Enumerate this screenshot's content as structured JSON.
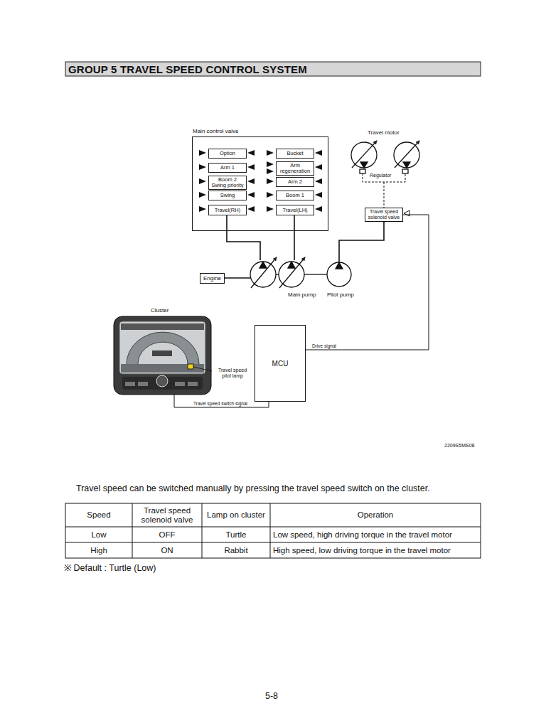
{
  "diagram": {
    "title": "GROUP 5 TRAVEL SPEED CONTROL SYSTEM",
    "nodes": [
      {
        "text": [
          "Main control valve"
        ]
      },
      {
        "text": [
          "Option"
        ],
        "in": 0
      },
      {
        "text": [
          "Bucket"
        ],
        "in": 0
      },
      {
        "text": [
          "Arm 1"
        ],
        "in": 0
      },
      {
        "text": [
          "Arm regeneration"
        ],
        "in": 0
      },
      {
        "text": [
          "Boom 2 Swing priority"
        ],
        "in": 0
      },
      {
        "text": [
          "Arm 2"
        ],
        "in": 0
      },
      {
        "text": [
          "Swing"
        ],
        "in": 0
      },
      {
        "text": [
          "Boom 1"
        ],
        "in": 0
      },
      {
        "text": [
          "Travel(RH)"
        ],
        "in": 0
      },
      {
        "text": [
          "Travel(LH)"
        ],
        "in": 0
      },
      {
        "text": [
          "Engine"
        ]
      },
      {
        "text": [
          "Travel speed solenoid valve"
        ]
      },
      {
        "text": [
          "MCU"
        ]
      },
      {
        "text": [
          "Cluster"
        ]
      }
    ],
    "edges": [
      {
        "from": 13,
        "to": 12,
        "label": "Drive signal",
        "arrow": "none"
      },
      {
        "from": 14,
        "to": 13,
        "label": "Travel speed switch signal",
        "arrow": "none"
      }
    ],
    "labels": [
      "Travel motor",
      "Regulator",
      "Main pump",
      "Pilot pump",
      "Travel speed pilot lamp",
      "2209S5MS08",
      "Travel speed can be switched manually by pressing the travel speed switch on the cluster.",
      "Speed",
      "Travel speed solenoid valve",
      "Lamp on cluster",
      "Operation",
      "Low",
      "OFF",
      "Turtle",
      "Low speed, high driving torque in the travel motor",
      "High",
      "ON",
      "Rabbit",
      "High speed, low driving torque in the travel motor",
      "※ Default : Turtle (Low)",
      "5-8"
    ]
  }
}
